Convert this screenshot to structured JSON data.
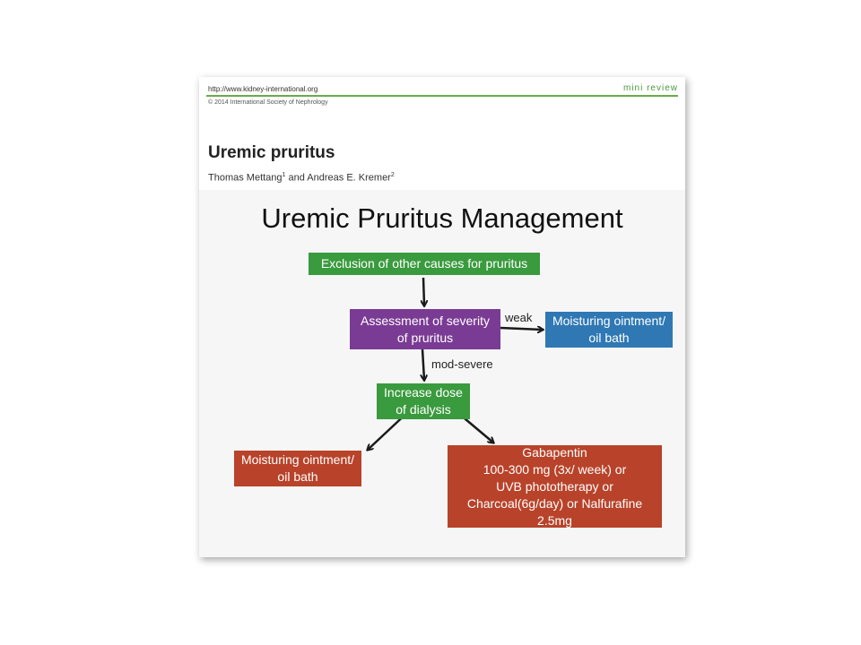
{
  "header": {
    "url": "http://www.kidney-international.org",
    "section_tag": "mini review",
    "copyright": "© 2014 International Society of Nephrology",
    "paper_title": "Uremic pruritus",
    "author1": "Thomas Mettang",
    "author1_sup": "1",
    "authors_and": " and Andreas E. Kremer",
    "author2_sup": "2"
  },
  "slide": {
    "title": "Uremic Pruritus Management",
    "nodes": {
      "exclusion": "Exclusion of other causes for pruritus",
      "assessment": "Assessment of severity\nof pruritus",
      "moisturing_top": "Moisturing ointment/\noil bath",
      "increase_dose": "Increase dose\nof dialysis",
      "moisturing_bottom": "Moisturing ointment/\noil bath",
      "gabapentin": "Gabapentin\n100-300 mg (3x/ week) or\nUVB phototherapy or\nCharcoal(6g/day) or Nalfurafine\n2.5mg"
    },
    "edge_labels": {
      "weak": "weak",
      "mod_severe": "mod-severe"
    }
  },
  "colors": {
    "green": "#3a9a3e",
    "purple": "#7a3b94",
    "blue": "#2f78b4",
    "red": "#b8432a",
    "accent_rule": "#6aaa4a"
  }
}
